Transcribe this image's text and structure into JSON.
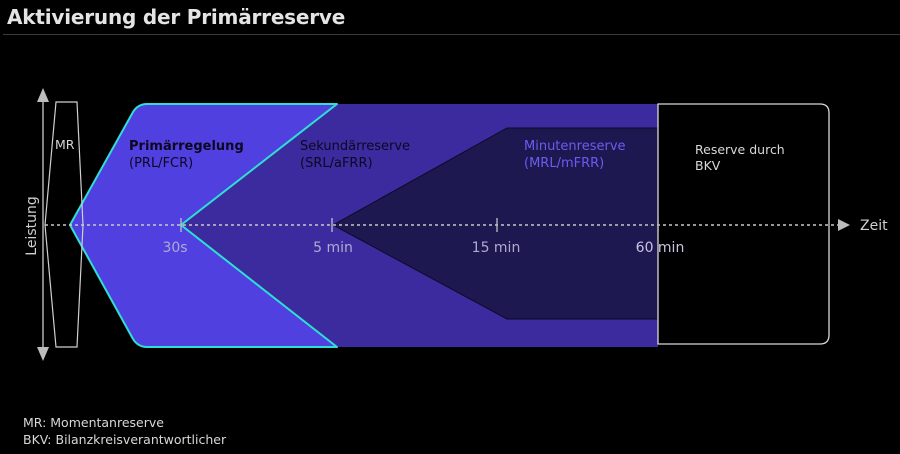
{
  "title": "Aktivierung der Primärreserve",
  "colors": {
    "background": "#000000",
    "prl_fill": "#5040e0",
    "prl_border": "#2ee0d4",
    "srl_fill": "#3b2b9e",
    "mrl_fill": "#1d1850",
    "mrl_text": "#6a5cf0",
    "axis": "#bdbdbd",
    "text": "#e6e6e6",
    "tick_label": "#b9b4d6"
  },
  "axes": {
    "y_label": "Leistung",
    "x_label": "Zeit"
  },
  "ticks": [
    {
      "label": "30s"
    },
    {
      "label": "5 min"
    },
    {
      "label": "15 min"
    },
    {
      "label": "60 min"
    }
  ],
  "regions": {
    "mr": {
      "label": "MR"
    },
    "prl": {
      "title": "Primärregelung",
      "subtitle": "(PRL/FCR)"
    },
    "srl": {
      "title": "Sekundärreserve",
      "subtitle": "(SRL/aFRR)"
    },
    "mrl": {
      "title": "Minutenreserve",
      "subtitle": "(MRL/mFRR)"
    },
    "bkv": {
      "title": "Reserve durch",
      "subtitle": "BKV"
    }
  },
  "legend": [
    "MR: Momentanreserve",
    "BKV: Bilanzkreisverantwortlicher"
  ]
}
